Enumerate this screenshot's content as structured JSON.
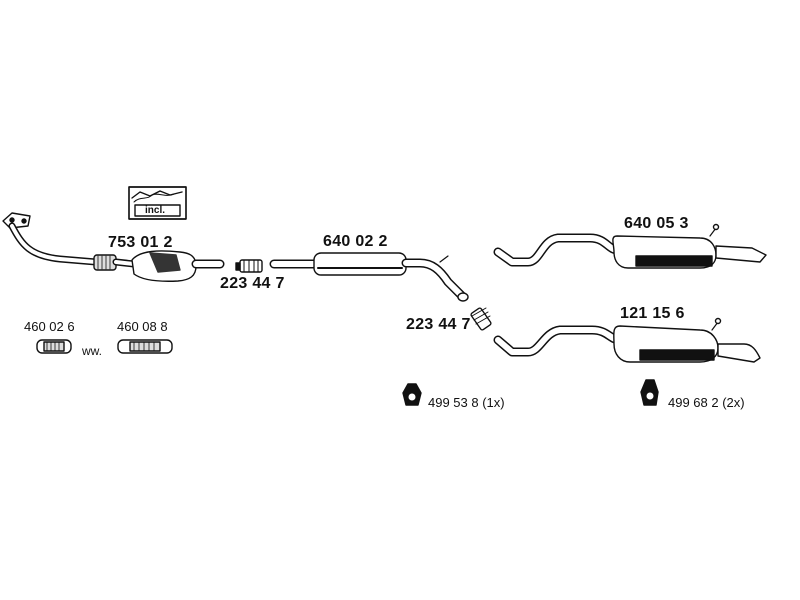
{
  "parts": {
    "front_pipe_catalyst": "753 01 2",
    "fitting_kit_box": "incl.",
    "front_clamp": "223 44 7",
    "middle_silencer": "640 02 2",
    "rear_clamp": "223 44 7",
    "rear_silencer_a": "640 05 3",
    "rear_silencer_b": "121 15 6",
    "flex_pipe_a": "460 02 6",
    "flex_pipe_b": "460 08 8",
    "alternative_marker": "ww.",
    "rubber_mount_a": "499 53 8 (1x)",
    "rubber_mount_b": "499 68 2 (2x)"
  }
}
